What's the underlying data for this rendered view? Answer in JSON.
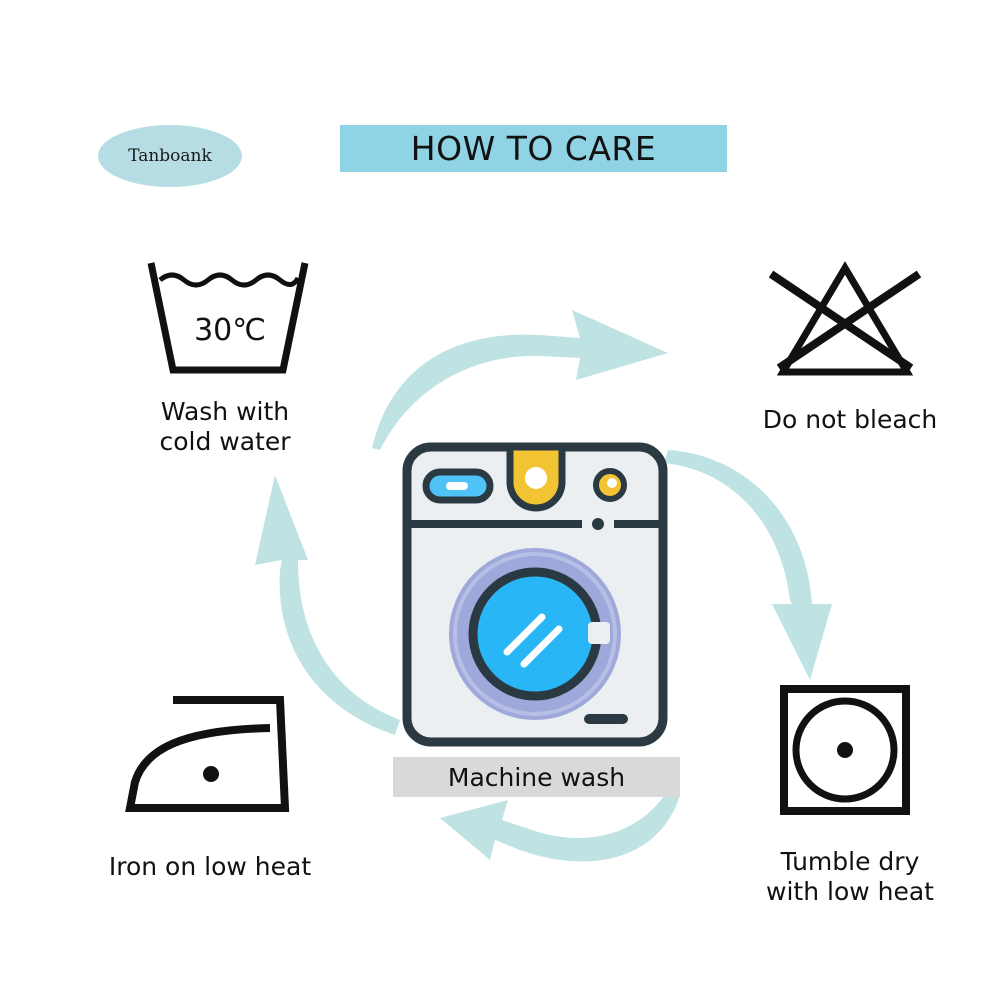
{
  "brand": {
    "name": "Tanboank"
  },
  "header": {
    "title": "HOW TO CARE"
  },
  "colors": {
    "banner": "#8fd3e4",
    "badge": "#b5dde3",
    "arrow": "#bfe2e3",
    "machine_outline": "#2b3a42",
    "machine_body": "#eceff1",
    "drum": "#29b6f6",
    "drum_ring": "#9fa8da",
    "knob": "#f2c332",
    "button_blue": "#4fc3f7",
    "label_bar": "#d9d9d9"
  },
  "care_steps": [
    {
      "symbol": "wash-30-icon",
      "symbol_text": "30℃",
      "label_lines": [
        "Wash with",
        "cold water"
      ]
    },
    {
      "symbol": "no-bleach-icon",
      "label_lines": [
        "Do not bleach"
      ]
    },
    {
      "symbol": "tumble-dry-low-icon",
      "label_lines": [
        "Tumble dry",
        "with low heat"
      ]
    },
    {
      "symbol": "iron-low-icon",
      "label_lines": [
        "Iron on low heat"
      ]
    }
  ],
  "center": {
    "label": "Machine wash",
    "icon": "washing-machine-icon"
  }
}
